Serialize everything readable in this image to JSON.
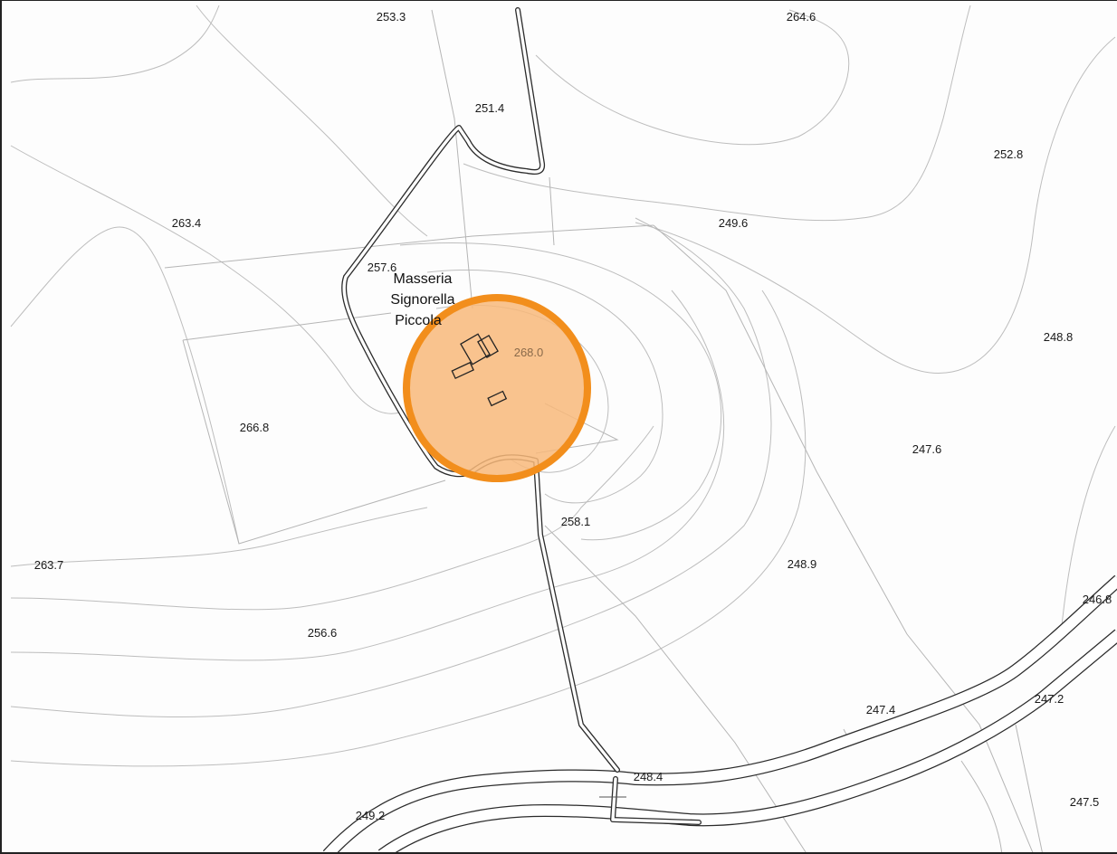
{
  "map": {
    "place_name": [
      "Masseria",
      "Signorella",
      "Piccola"
    ],
    "marker": {
      "fill": "#f8b87a",
      "stroke": "#f28e1c"
    },
    "spot_heights": [
      "253.3",
      "264.6",
      "251.4",
      "252.8",
      "263.4",
      "249.6",
      "257.6",
      "248.8",
      "268.0",
      "266.8",
      "247.6",
      "258.1",
      "263.7",
      "248.9",
      "246.8",
      "256.6",
      "247.4",
      "247.2",
      "248.4",
      "249.2",
      "247.5"
    ]
  }
}
